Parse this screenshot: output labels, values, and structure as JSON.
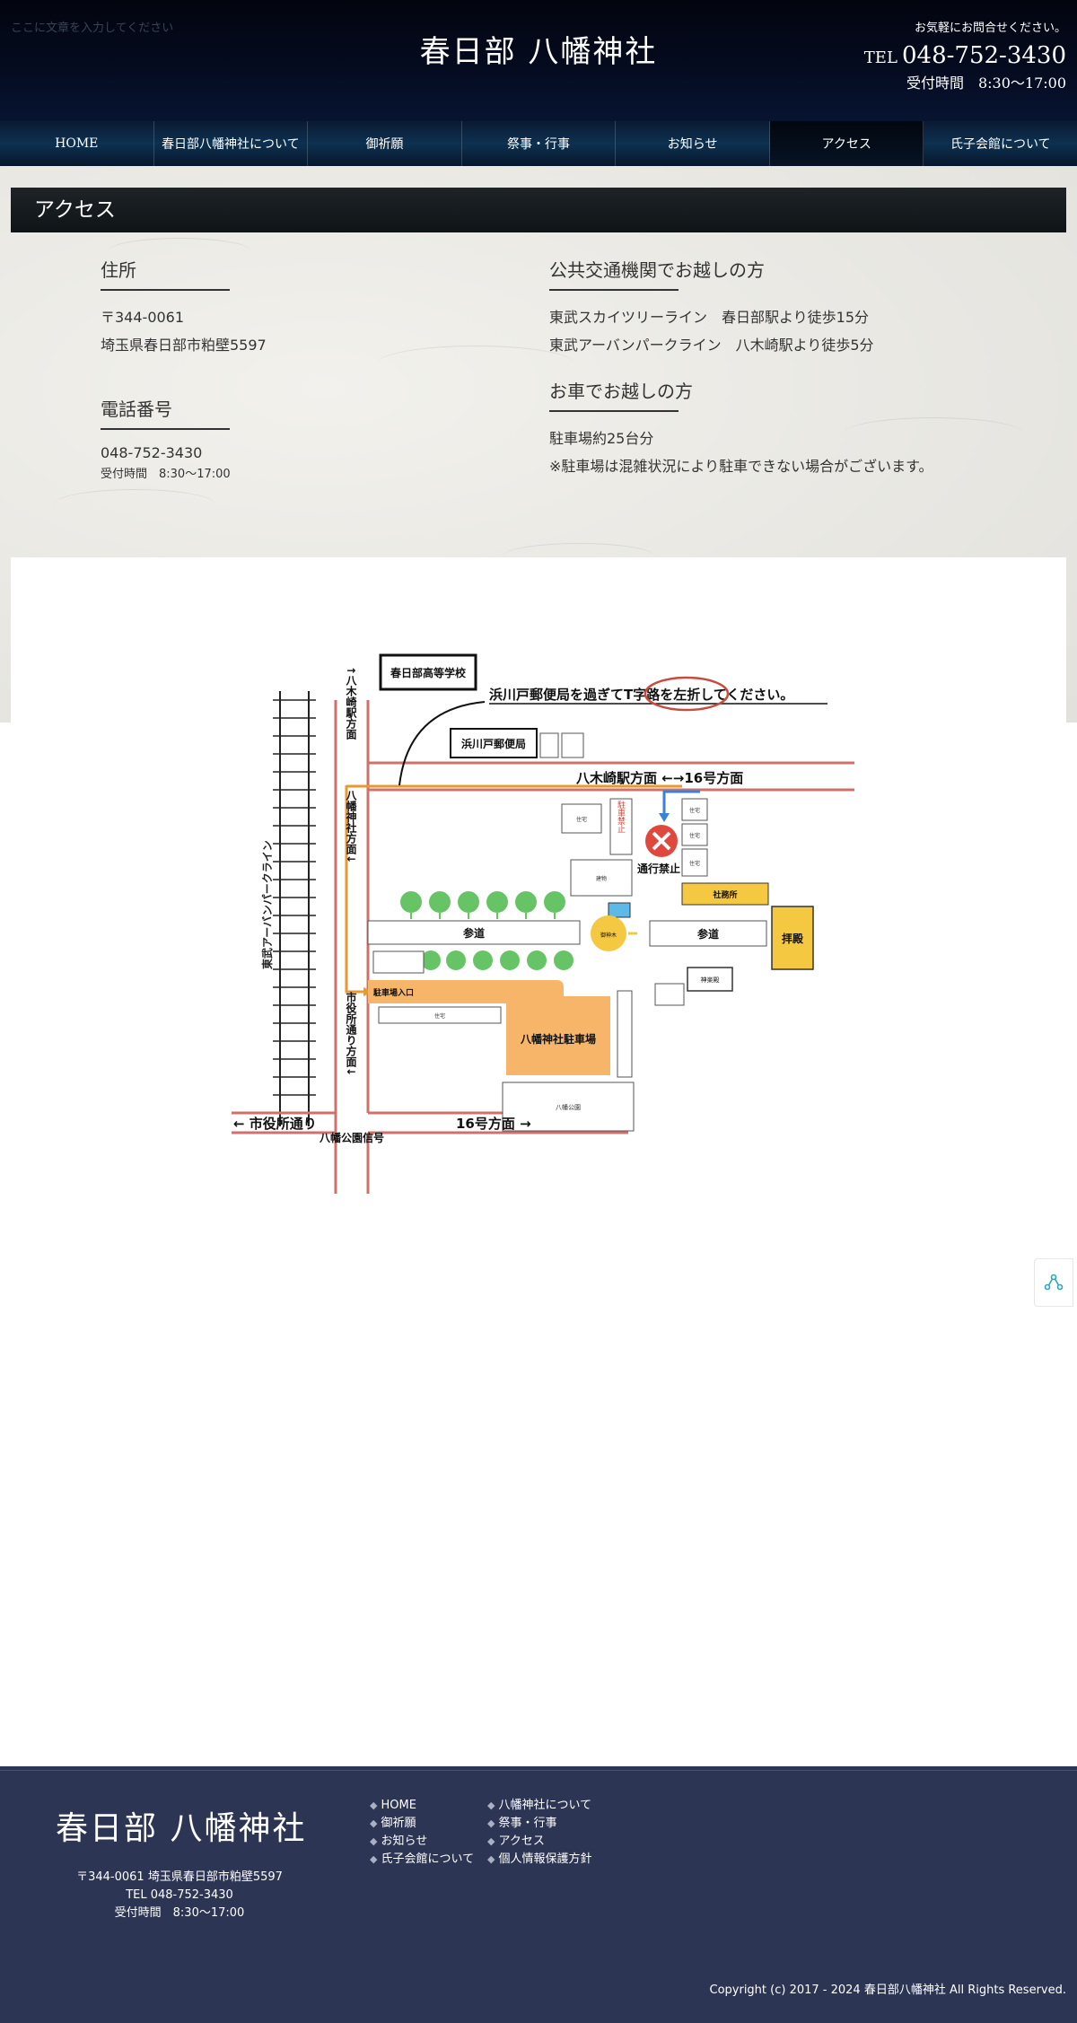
{
  "header": {
    "placeholder": "ここに文章を入力してください",
    "site_title": "春日部 八幡神社",
    "contact_lead": "お気軽にお問合せください。",
    "tel_prefix": "TEL",
    "tel_number": "048-752-3430",
    "hours": "受付時間　8:30〜17:00"
  },
  "nav": {
    "items": [
      "HOME",
      "春日部八幡神社について",
      "御祈願",
      "祭事・行事",
      "お知らせ",
      "アクセス",
      "氏子会館について"
    ],
    "active_index": 5
  },
  "section_title": "アクセス",
  "address": {
    "heading": "住所",
    "postal": "〒344-0061",
    "line": "埼玉県春日部市粕壁5597"
  },
  "phone": {
    "heading": "電話番号",
    "number": "048-752-3430",
    "hours": "受付時間　8:30〜17:00"
  },
  "transit": {
    "heading": "公共交通機関でお越しの方",
    "line1": "東武スカイツリーライン　春日部駅より徒歩15分",
    "line2": "東武アーバンパークライン　八木崎駅より徒歩5分"
  },
  "car": {
    "heading": "お車でお越しの方",
    "line1": "駐車場約25台分",
    "line2": "※駐車場は混雑状況により駐車できない場合がございます。"
  },
  "map": {
    "school": "春日部高等学校",
    "instruction": "浜川戸郵便局を過ぎてT字路を左折してください。",
    "post_office": "浜川戸郵便局",
    "yagisaki_dir": "八木崎駅方面 ←→16号方面",
    "yagisaki_vertical": "↑八木崎駅方面",
    "hachiman_dir": "八幡神社方面↓",
    "railway": "東武アーバンパークライン",
    "no_parking": "駐車禁止",
    "no_entry": "通行禁止",
    "house": "住宅",
    "office": "社務所",
    "haiden": "拝殿",
    "sando": "参道",
    "parking_entrance": "駐車場入口",
    "parking": "八幡神社駐車場",
    "cityhall_vertical": "市役所通り方面↓",
    "cityhall_road": "← 市役所通り",
    "signal": "八幡公園信号",
    "route16": "16号方面 →",
    "park": "八幡公園",
    "building": "建物",
    "shrine_hall": "神楽殿",
    "tree": "御神木"
  },
  "footer": {
    "title": "春日部 八幡神社",
    "address": "〒344-0061 埼玉県春日部市粕壁5597",
    "tel": "TEL 048-752-3430",
    "hours": "受付時間　8:30〜17:00",
    "links_col1": [
      "HOME",
      "御祈願",
      "お知らせ",
      "氏子会館について"
    ],
    "links_col2": [
      "八幡神社について",
      "祭事・行事",
      "アクセス",
      "個人情報保護方針"
    ],
    "copyright": "Copyright (c) 2017 - 2024 春日部八幡神社 All Rights Reserved."
  }
}
